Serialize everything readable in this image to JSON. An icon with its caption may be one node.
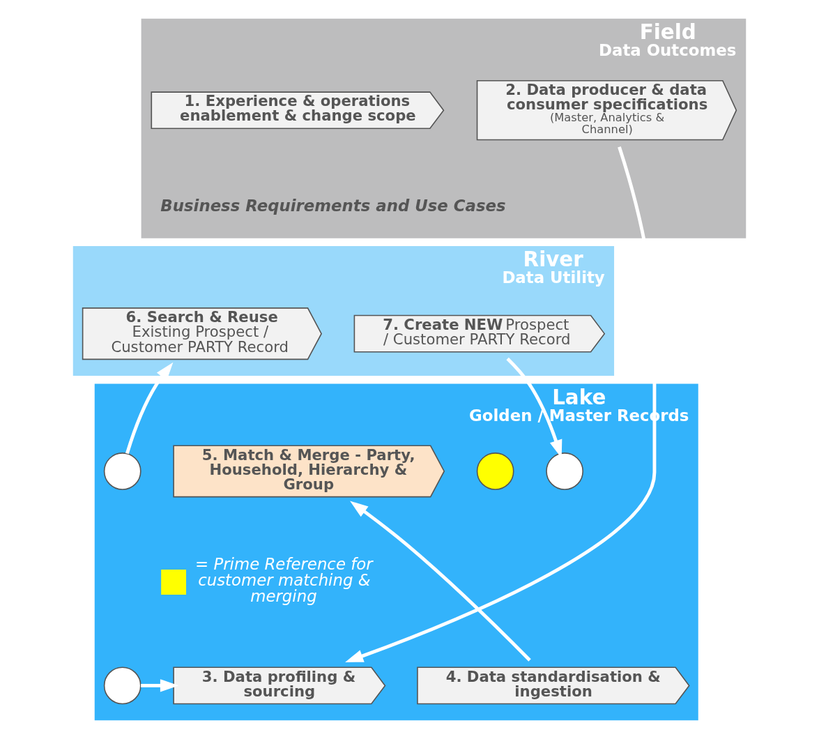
{
  "diagram": {
    "nodes": [
      {
        "text": [
          "Field",
          "Data Outcomes"
        ]
      },
      {
        "text": [
          "1. Experience & operations enablement & change scope"
        ],
        "in": 0
      },
      {
        "text": [
          "2. Data producer & data consumer specifications",
          "(Master, Analytics & Channel)"
        ],
        "in": 0
      },
      {
        "text": [
          "River",
          "Data Utility"
        ]
      },
      {
        "text": [
          "**6. Search & Reuse** Existing Prospect / Customer PARTY Record"
        ],
        "in": 3
      },
      {
        "text": [
          "**7. Create NEW** Prospect / Customer PARTY Record"
        ],
        "in": 3
      },
      {
        "text": [
          "Lake",
          "Golden / Master Records"
        ]
      },
      {
        "text": [],
        "shape": "circle",
        "in": 6
      },
      {
        "text": [
          "5. Match & Merge - Party, Household, Hierarchy & Group"
        ],
        "in": 6
      },
      {
        "text": [],
        "shape": "circle",
        "in": 6
      },
      {
        "text": [],
        "shape": "circle",
        "in": 6
      },
      {
        "text": [],
        "shape": "circle",
        "in": 6
      },
      {
        "text": [
          "3. Data profiling & sourcing"
        ],
        "in": 6
      },
      {
        "text": [
          "4. Data standardisation & ingestion"
        ],
        "in": 6
      }
    ],
    "edges": [
      {
        "from": 2,
        "to": 12,
        "arrow": "to"
      },
      {
        "from": 7,
        "to": 4,
        "arrow": "to"
      },
      {
        "from": 5,
        "to": 10,
        "arrow": "to"
      },
      {
        "from": 13,
        "to": 8,
        "arrow": "to"
      },
      {
        "from": 11,
        "to": 12,
        "arrow": "to"
      }
    ],
    "labels": [
      "Business Requirements and Use Cases"
    ],
    "legend": [
      {
        "text": "= Prime Reference for customer matching & merging",
        "color": "#ffff00"
      }
    ]
  }
}
